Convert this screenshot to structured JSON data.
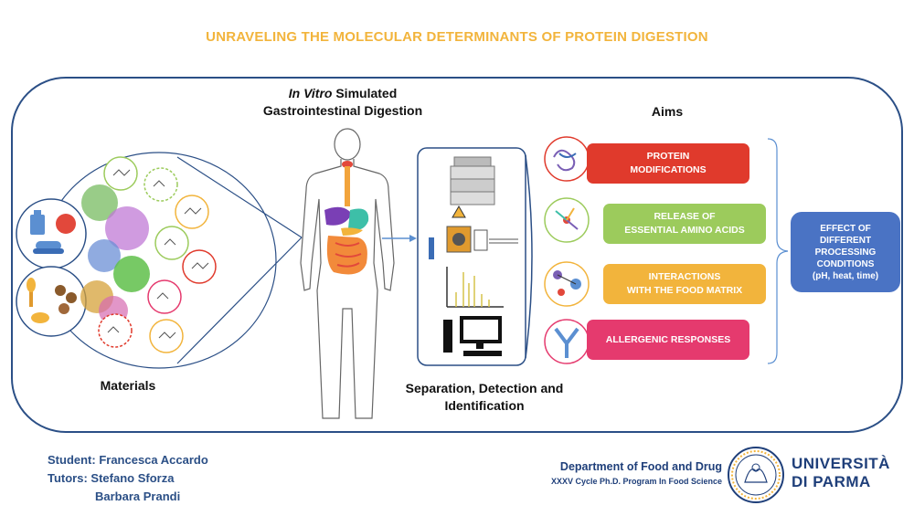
{
  "title": "UNRAVELING THE MOLECULAR DETERMINANTS OF PROTEIN DIGESTION",
  "digestion_heading": {
    "italic": "In Vitro",
    "line1_rest": " Simulated",
    "line2": "Gastrointestinal Digestion"
  },
  "aims_heading": "Aims",
  "materials_label": "Materials",
  "separation_label": {
    "line1": "Separation, Detection and",
    "line2": "Identification"
  },
  "aims": [
    {
      "label_line1": "PROTEIN",
      "label_line2": "MODIFICATIONS",
      "color": "#e03a2c",
      "icon": "protein-structure-icon"
    },
    {
      "label_line1": "RELEASE OF",
      "label_line2": "ESSENTIAL AMINO ACIDS",
      "color": "#9ccb5c",
      "icon": "amino-acid-release-icon"
    },
    {
      "label_line1": "INTERACTIONS",
      "label_line2": "WITH THE FOOD MATRIX",
      "color": "#f2b43c",
      "icon": "molecular-interaction-icon"
    },
    {
      "label_line1": "ALLERGENIC RESPONSES",
      "label_line2": "",
      "color": "#e53a6e",
      "icon": "antibody-icon"
    }
  ],
  "effect": {
    "line1": "EFFECT OF",
    "line2": "DIFFERENT",
    "line3": "PROCESSING",
    "line4": "CONDITIONS",
    "line5": "(pH, heat, time)"
  },
  "footer": {
    "student": "Student: Francesca Accardo",
    "tutors": "Tutors: Stefano Sforza",
    "tutor2": "Barbara Prandi",
    "department": "Department of Food and Drug",
    "program": "XXXV Cycle Ph.D. Program In Food Science",
    "university_line1": "UNIVERSITÀ",
    "university_line2": "DI PARMA"
  },
  "colors": {
    "title": "#f2b43c",
    "frame": "#2b4f86",
    "effect_box": "#4a73c4"
  }
}
